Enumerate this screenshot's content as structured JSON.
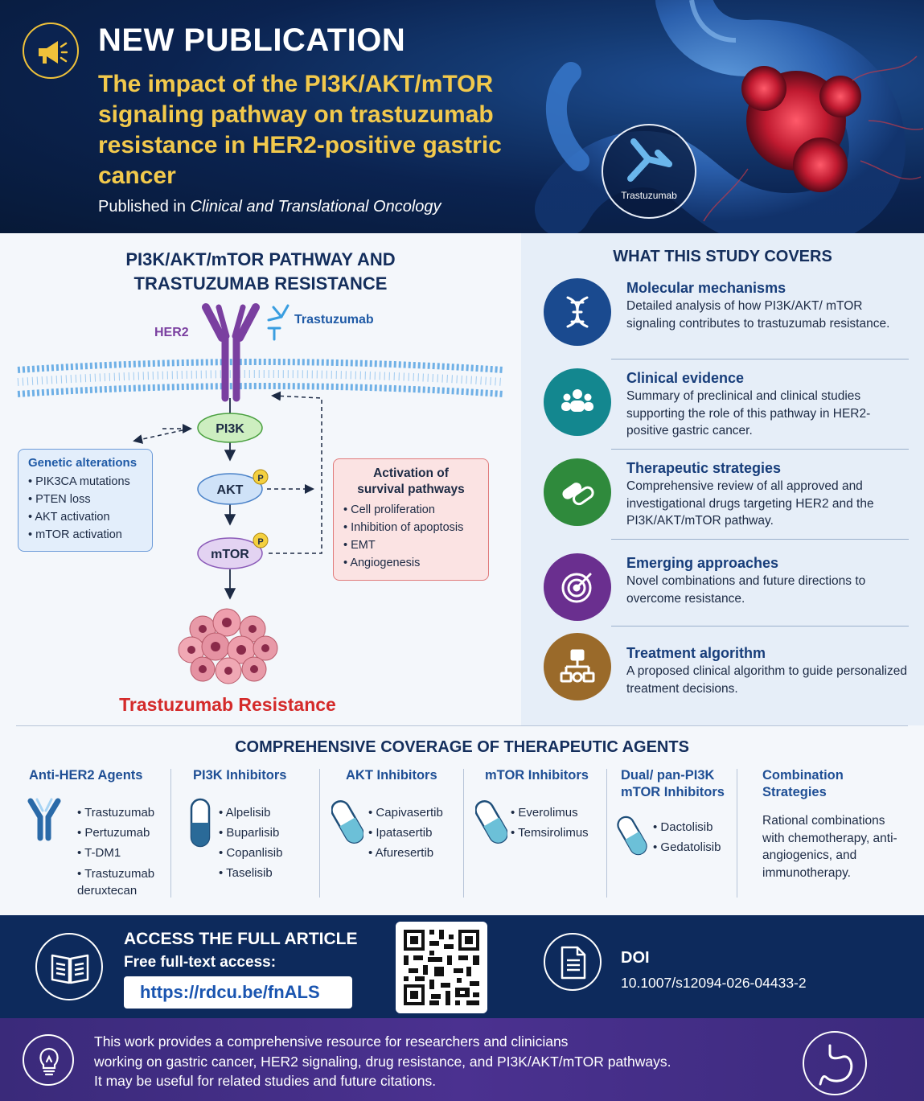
{
  "header": {
    "kicker": "NEW PUBLICATION",
    "title": "The impact of the PI3K/AKT/mTOR signaling pathway on trastuzumab resistance in HER2-positive gastric cancer",
    "published_prefix": "Published in ",
    "journal": "Clinical and Translational Oncology",
    "badge_label": "Trastuzumab",
    "icon": "megaphone-icon"
  },
  "pathway": {
    "title_line1": "PI3K/AKT/mTOR PATHWAY AND",
    "title_line2": "TRASTUZUMAB RESISTANCE",
    "her2_label": "HER2",
    "trastuzumab_label": "Trastuzumab",
    "nodes": {
      "pi3k": "PI3K",
      "akt": "AKT",
      "mtor": "mTOR",
      "phospho": "P"
    },
    "genetic": {
      "title": "Genetic alterations",
      "items": [
        "PIK3CA mutations",
        "PTEN loss",
        "AKT activation",
        "mTOR activation"
      ]
    },
    "survival": {
      "title_line1": "Activation of",
      "title_line2": "survival pathways",
      "items": [
        "Cell proliferation",
        "Inhibition of apoptosis",
        "EMT",
        "Angiogenesis"
      ]
    },
    "outcome": "Trastuzumab Resistance",
    "colors": {
      "her2": "#7a3fa0",
      "pi3k": "#cdeec0",
      "akt": "#cfe2f8",
      "mtor": "#e3d3f2",
      "resistance": "#d42a2a"
    }
  },
  "study": {
    "title": "WHAT THIS STUDY COVERS",
    "items": [
      {
        "title": "Molecular mechanisms",
        "text": "Detailed analysis of how PI3K/AKT/ mTOR signaling contributes to trastuzumab resistance.",
        "icon": "dna-icon",
        "color": "#1a4a8f"
      },
      {
        "title": "Clinical evidence",
        "text": "Summary of preclinical and clinical studies supporting the role of this pathway in HER2-positive gastric cancer.",
        "icon": "people-icon",
        "color": "#13878f"
      },
      {
        "title": "Therapeutic strategies",
        "text": "Comprehensive review of all approved and investigational drugs targeting HER2 and the PI3K/AKT/mTOR pathway.",
        "icon": "pills-icon",
        "color": "#2f8a3c"
      },
      {
        "title": "Emerging approaches",
        "text": "Novel combinations and future directions to overcome resistance.",
        "icon": "target-icon",
        "color": "#6a2f8f"
      },
      {
        "title": "Treatment algorithm",
        "text": "A proposed clinical algorithm to guide personalized treatment decisions.",
        "icon": "flowchart-icon",
        "color": "#9a6a2a"
      }
    ]
  },
  "agents": {
    "title": "COMPREHENSIVE COVERAGE OF THERAPEUTIC AGENTS",
    "columns": [
      {
        "title": "Anti-HER2 Agents",
        "items": [
          "Trastuzumab",
          "Pertuzumab",
          "T-DM1",
          "Trastuzumab deruxtecan"
        ],
        "icon": "antibody-icon"
      },
      {
        "title": "PI3K Inhibitors",
        "items": [
          "Alpelisib",
          "Buparlisib",
          "Copanlisib",
          "Taselisib"
        ],
        "icon": "capsule-icon"
      },
      {
        "title": "AKT Inhibitors",
        "items": [
          "Capivasertib",
          "Ipatasertib",
          "Afuresertib"
        ],
        "icon": "capsule-icon"
      },
      {
        "title": "mTOR Inhibitors",
        "items": [
          "Everolimus",
          "Temsirolimus"
        ],
        "icon": "capsule-icon"
      },
      {
        "title_line1": "Dual/ pan-PI3K",
        "title_line2": "mTOR Inhibitors",
        "items": [
          "Dactolisib",
          "Gedatolisib"
        ],
        "icon": "capsule-icon"
      },
      {
        "title_line1": "Combination",
        "title_line2": "Strategies",
        "text": "Rational combinations with chemotherapy, anti-angiogenics, and immunotherapy."
      }
    ]
  },
  "access": {
    "title": "ACCESS THE FULL ARTICLE",
    "subtitle": "Free full-text access:",
    "link": "https://rdcu.be/fnALS",
    "doi_label": "DOI",
    "doi": "10.1007/s12094-026-04433-2"
  },
  "footer": {
    "line1": "This work provides a comprehensive resource for researchers and clinicians",
    "line2": "working on gastric cancer, HER2 signaling, drug resistance, and PI3K/AKT/mTOR pathways.",
    "line3": "It may be useful for related studies and future citations."
  }
}
